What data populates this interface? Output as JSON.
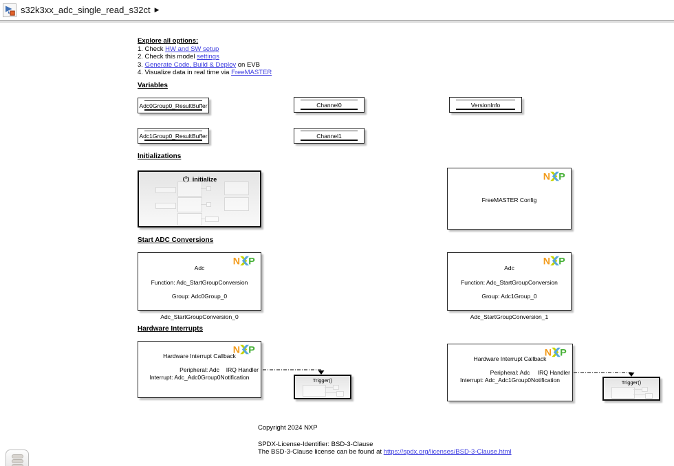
{
  "titlebar": {
    "model_name": "s32k3xx_adc_single_read_s32ct",
    "arrow": "▶"
  },
  "explore": {
    "title": "Explore all options:",
    "items": [
      {
        "pre": "1. Check ",
        "link": "HW and SW setup",
        "post": ""
      },
      {
        "pre": "2. Check this model ",
        "link": "settings",
        "post": ""
      },
      {
        "pre": "3. ",
        "link": "Generate Code, Build & Deploy",
        "post": " on EVB"
      },
      {
        "pre": "4. Visualize data in real time via ",
        "link": "FreeMASTER",
        "post": ""
      }
    ]
  },
  "headings": {
    "variables": "Variables",
    "initializations": "Initializations",
    "start_adc": "Start ADC Conversions",
    "hw_interrupts": "Hardware Interrupts"
  },
  "data_stores": [
    {
      "label": "Adc0Group0_ResultBuffer"
    },
    {
      "label": "Channel0"
    },
    {
      "label": "VersionInfo"
    },
    {
      "label": "Adc1Group0_ResultBuffer"
    },
    {
      "label": "Channel1"
    }
  ],
  "blocks": {
    "initialize": {
      "label": "initialize"
    },
    "freemaster": {
      "label": "FreeMASTER Config"
    },
    "adc0": {
      "title": "Adc",
      "function": "Function: Adc_StartGroupConversion",
      "group": "Group: Adc0Group_0",
      "caption": "Adc_StartGroupConversion_0"
    },
    "adc1": {
      "title": "Adc",
      "function": "Function: Adc_StartGroupConversion",
      "group": "Group: Adc1Group_0",
      "caption": "Adc_StartGroupConversion_1"
    },
    "irq0": {
      "title": "Hardware Interrupt Callback",
      "peripheral": "Peripheral: Adc",
      "port": "IRQ Handler",
      "interrupt": "Interrupt: Adc_Adc0Group0Notification"
    },
    "irq1": {
      "title": "Hardware Interrupt Callback",
      "peripheral": "Peripheral: Adc",
      "port": "IRQ Handler",
      "interrupt": "Interrupt: Adc_Adc1Group0Notification"
    },
    "trigger0": {
      "label": "Trigger()"
    },
    "trigger1": {
      "label": "Trigger()"
    }
  },
  "copyright": {
    "line1": "Copyright 2024 NXP",
    "line2": "SPDX-License-Identifier: BSD-3-Clause",
    "line3_text": "The BSD-3-Clause license can be found at ",
    "line3_link": "https://spdx.org/licenses/BSD-3-Clause.html"
  },
  "icons": {
    "nxp_n": "N",
    "nxp_p": "P"
  },
  "colors": {
    "link_blue": "#3d3de0",
    "nxp_orange": "#F39B1B",
    "nxp_lime": "#C8D400",
    "nxp_blue": "#58A7DB",
    "nxp_green": "#45B035",
    "block_border": "#2b2b2b",
    "shadow_gray": "#c0c0c0"
  }
}
